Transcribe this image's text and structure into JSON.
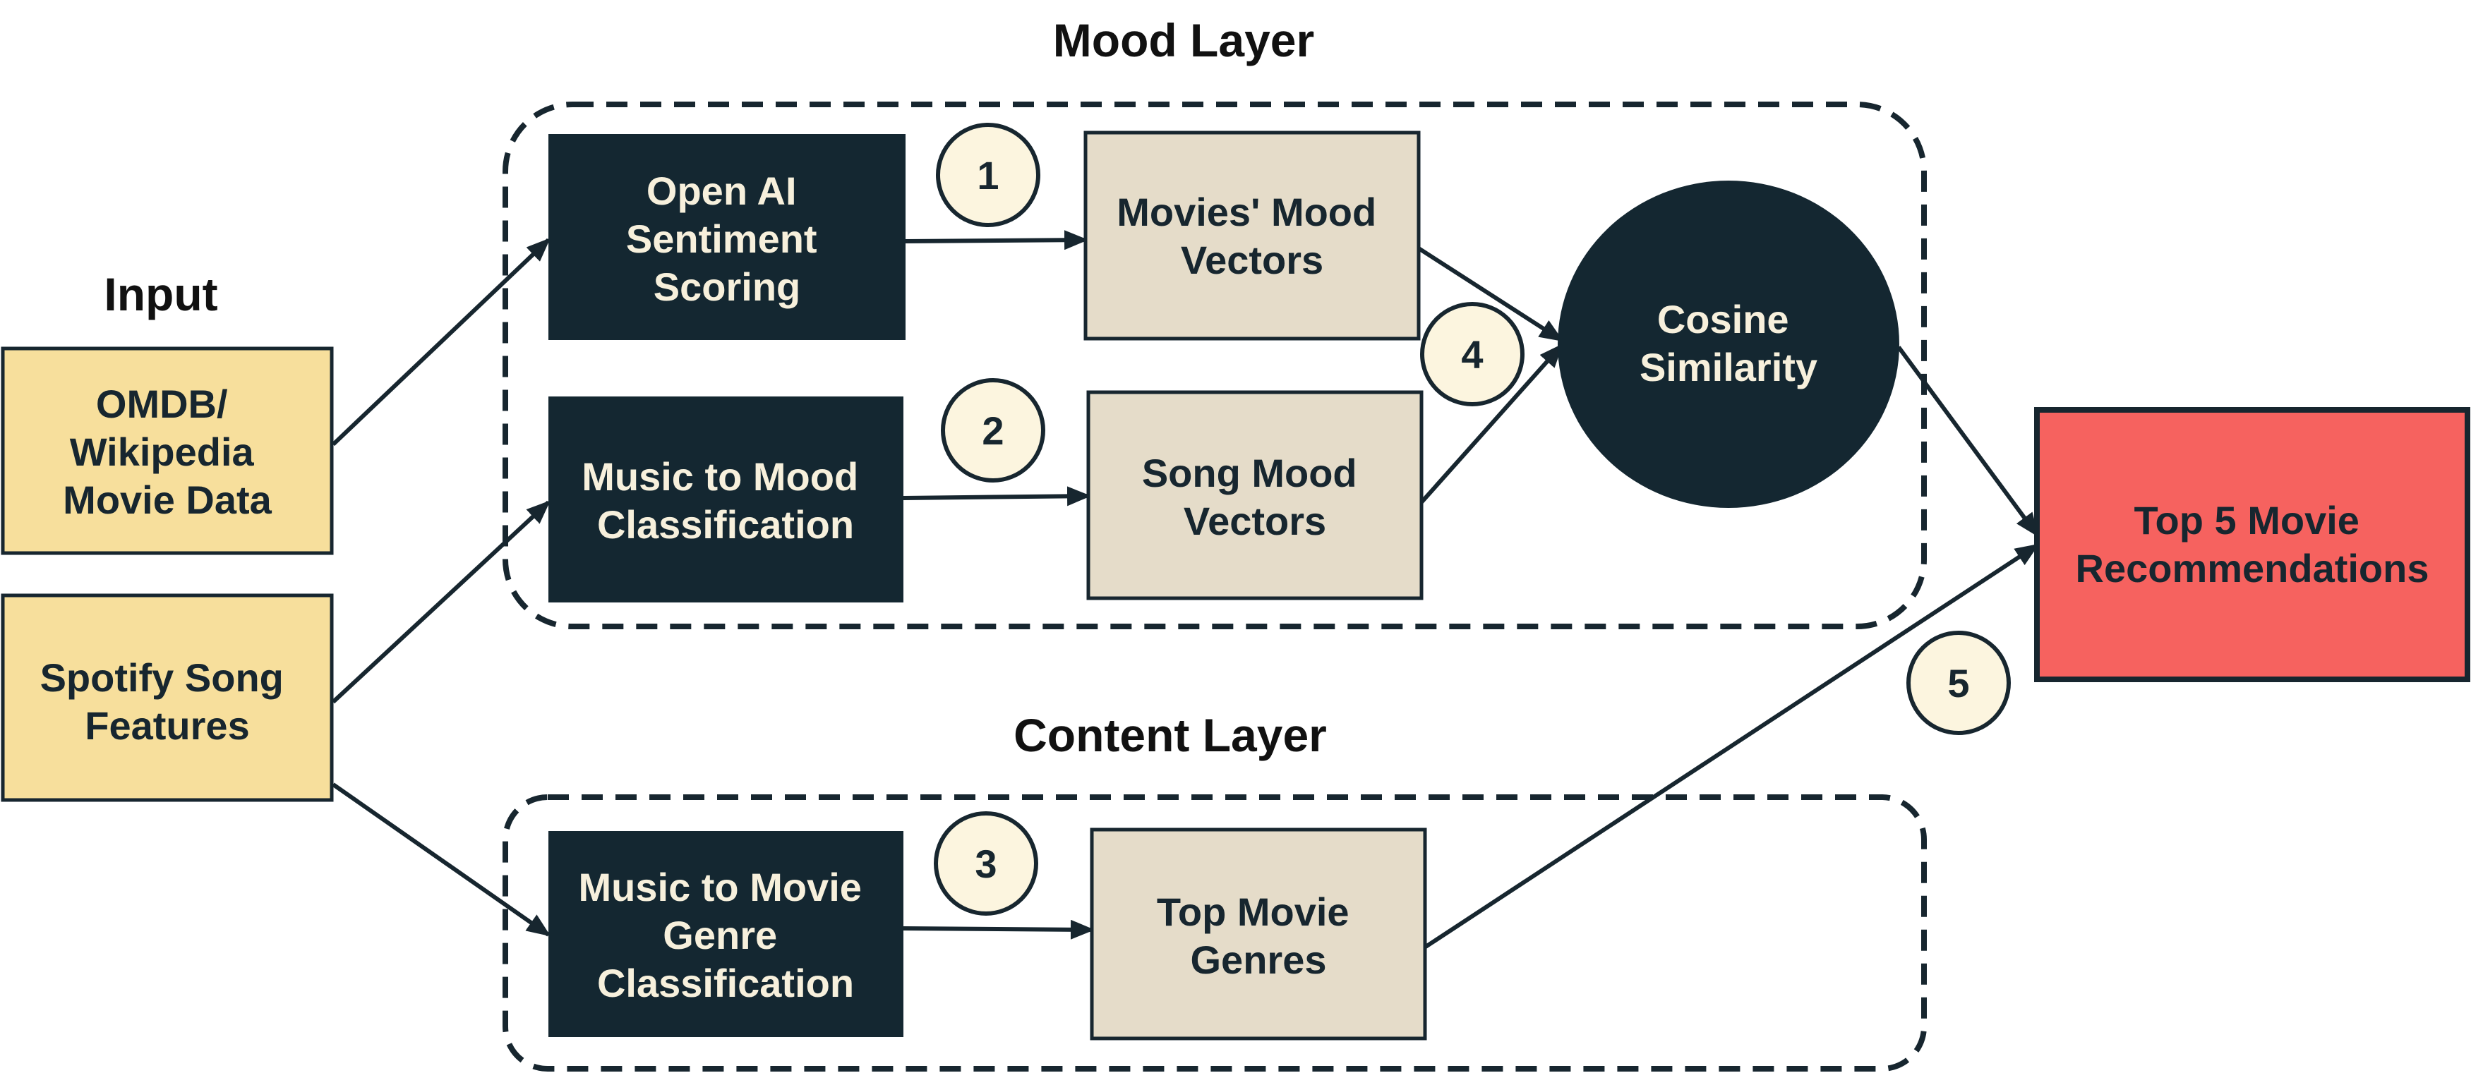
{
  "colors": {
    "dark_node": "#142731",
    "light_node": "#e5dcc9",
    "input_node": "#f7df9c",
    "output_node": "#f6625f",
    "step_circle": "#fcf5df",
    "stroke": "#17262f",
    "dark_text": "#f7f0dc"
  },
  "headings": {
    "mood_layer": "Mood Layer",
    "content_layer": "Content Layer",
    "input": "Input"
  },
  "nodes": {
    "omdb": [
      "OMDB/",
      "Wikipedia",
      "Movie Data"
    ],
    "spotify": [
      "Spotify Song",
      "Features"
    ],
    "openai": [
      "Open AI",
      "Sentiment",
      "Scoring"
    ],
    "music_mood": [
      "Music to Mood",
      "Classification"
    ],
    "music_genre": [
      "Music to Movie",
      "Genre",
      "Classification"
    ],
    "movie_vectors": [
      "Movies' Mood",
      "Vectors"
    ],
    "song_vectors": [
      "Song Mood",
      "Vectors"
    ],
    "top_genres": [
      "Top Movie",
      "Genres"
    ],
    "cosine": [
      "Cosine",
      "Similarity"
    ],
    "output": [
      "Top 5 Movie",
      "Recommendations"
    ]
  },
  "steps": [
    "1",
    "2",
    "3",
    "4",
    "5"
  ]
}
